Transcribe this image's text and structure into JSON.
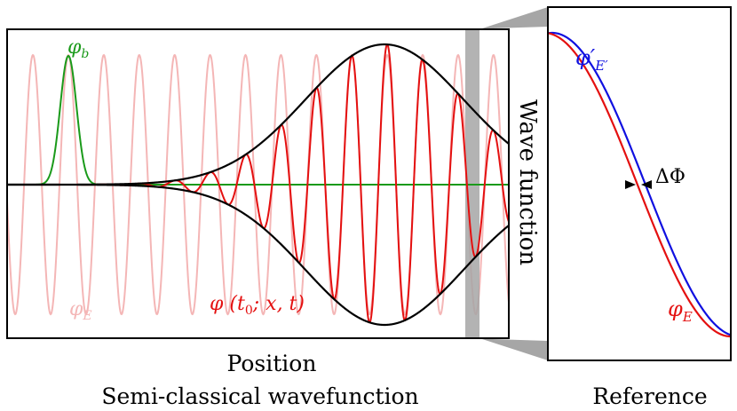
{
  "labels": {
    "phi_b": "φ",
    "phi_b_sub": "b",
    "phi_E_faint": "φ",
    "phi_E_faint_sub": "E",
    "packet": "φ (t",
    "packet_sub": "0",
    "packet_rest": "; x, t)",
    "wave_function": "Wave function",
    "position": "Position",
    "semi_classical": "Semi-classical wavefunction",
    "reference": "Reference",
    "phi_E_prime": "φ′",
    "phi_E_prime_sub": "E′",
    "phi_E_ref": "φ",
    "phi_E_ref_sub": "E",
    "delta_phi": "ΔΦ"
  },
  "colors": {
    "faint_wave": "#f4b6b6",
    "packet": "#e41010",
    "envelope": "#000000",
    "bump": "#1a9a1a",
    "ref_blue": "#1010e0",
    "ref_red": "#e41010",
    "connector": "#a6a6a6"
  }
}
